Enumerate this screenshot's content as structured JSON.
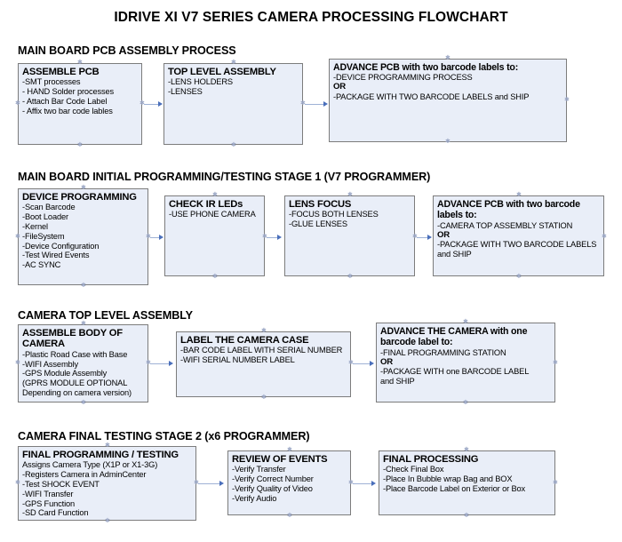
{
  "document": {
    "title": "IDRIVE XI V7 SERIES CAMERA PROCESSING FLOWCHART"
  },
  "sections": [
    {
      "heading": "MAIN BOARD PCB ASSEMBLY PROCESS",
      "nodes": [
        {
          "title": "ASSEMBLE PCB",
          "lines": [
            "-SMT processes",
            "- HAND Solder processes",
            "- Attach Bar Code Label",
            "- Affix two bar code lables"
          ]
        },
        {
          "title": "TOP LEVEL ASSEMBLY",
          "lines": [
            "-LENS HOLDERS",
            "-LENSES"
          ]
        },
        {
          "title": "ADVANCE PCB with two barcode labels to:",
          "lines": [
            "-DEVICE PROGRAMMING PROCESS",
            "OR",
            "-PACKAGE WITH TWO BARCODE LABELS and SHIP"
          ]
        }
      ]
    },
    {
      "heading": "MAIN BOARD INITIAL PROGRAMMING/TESTING STAGE 1 (V7 PROGRAMMER)",
      "nodes": [
        {
          "title": "DEVICE PROGRAMMING",
          "lines": [
            "-Scan Barcode",
            "-Boot Loader",
            "-Kernel",
            "-FileSystem",
            "-Device Configuration",
            "-Test Wired Events",
            "-AC SYNC"
          ]
        },
        {
          "title": "CHECK IR LEDs",
          "lines": [
            "-USE PHONE CAMERA"
          ]
        },
        {
          "title": "LENS FOCUS",
          "lines": [
            "-FOCUS BOTH LENSES",
            "-GLUE LENSES"
          ]
        },
        {
          "title": "ADVANCE PCB with two barcode labels to:",
          "lines": [
            "-CAMERA TOP ASSEMBLY STATION",
            "OR",
            "-PACKAGE WITH TWO BARCODE LABELS",
            "and SHIP"
          ]
        }
      ]
    },
    {
      "heading": "CAMERA TOP LEVEL ASSEMBLY",
      "nodes": [
        {
          "title": "ASSEMBLE BODY OF CAMERA",
          "lines": [
            "-Plastic Road Case with Base",
            "-WIFI Assembly",
            "-GPS Module Assembly",
            "(GPRS MODULE OPTIONAL",
            "Depending on camera version)"
          ]
        },
        {
          "title": "LABEL THE CAMERA CASE",
          "lines": [
            "-BAR CODE LABEL WITH SERIAL NUMBER",
            "-WIFI SERIAL NUMBER LABEL"
          ]
        },
        {
          "title": "ADVANCE THE CAMERA with one barcode label to:",
          "lines": [
            "-FINAL PROGRAMMING STATION",
            "OR",
            "-PACKAGE WITH one BARCODE LABEL",
            "and SHIP"
          ]
        }
      ]
    },
    {
      "heading": "CAMERA FINAL TESTING STAGE 2 (x6 PROGRAMMER)",
      "nodes": [
        {
          "title": "FINAL PROGRAMMING / TESTING",
          "lines": [
            "Assigns Camera Type (X1P or X1-3G)",
            "-Registers Camera in AdminCenter",
            "-Test SHOCK EVENT",
            "-WIFI Transfer",
            "-GPS Function",
            "-SD Card Function"
          ]
        },
        {
          "title": "REVIEW OF EVENTS",
          "lines": [
            "-Verify Transfer",
            "-Verify Correct Number",
            "-Verify Quality of Video",
            "-Verify Audio"
          ]
        },
        {
          "title": "FINAL PROCESSING",
          "lines": [
            " -Check Final Box",
            "-Place In Bubble wrap Bag and BOX",
            "-Place Barcode Label on Exterior or Box"
          ]
        }
      ]
    }
  ],
  "colors": {
    "node_fill": "#e9eef8",
    "node_border": "#7c7c7c",
    "connector": "#9fb2d6",
    "arrowhead": "#4a6fbb",
    "text": "#000000",
    "background": "#ffffff"
  }
}
